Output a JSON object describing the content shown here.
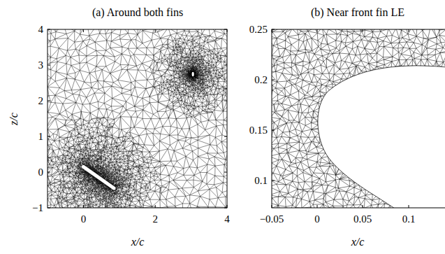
{
  "diagram": {
    "labels": [
      "(a) Around both fins",
      "(b) Near front fin LE",
      "4",
      "3",
      "2",
      "1",
      "0",
      "−1",
      "0",
      "2",
      "4",
      "z/c",
      "x/c",
      "0.25",
      "0.2",
      "0.15",
      "0.1",
      "−0.05",
      "0",
      "0.05",
      "0.1",
      "x/c"
    ]
  }
}
